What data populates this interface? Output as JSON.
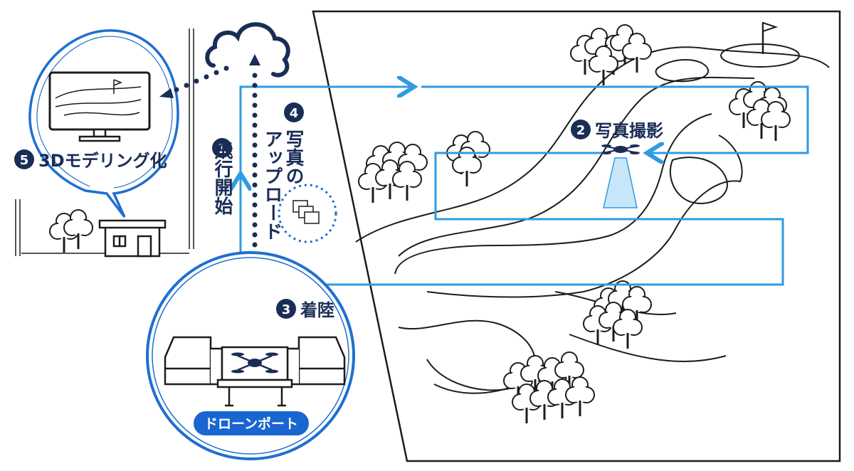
{
  "steps": [
    {
      "num": "1",
      "label": "飛行開始"
    },
    {
      "num": "2",
      "label": "写真撮影"
    },
    {
      "num": "3",
      "label": "着陸"
    },
    {
      "num": "4",
      "label_line1": "写真の",
      "label_line2": "アップロード"
    },
    {
      "num": "5",
      "label": "3Dモデリング化"
    }
  ],
  "port_label": "ドローンポート",
  "colors": {
    "navy": "#1a2d57",
    "flight_path": "#2f9be0",
    "bubble_blue": "#1f6fd0",
    "pill": "#1a66d1",
    "line": "#1c1c1c"
  },
  "icons": [
    "cloud-icon",
    "monitor-icon",
    "building-icon",
    "drone-icon",
    "tree-icon",
    "photo-stack-icon",
    "golf-flag-icon"
  ]
}
